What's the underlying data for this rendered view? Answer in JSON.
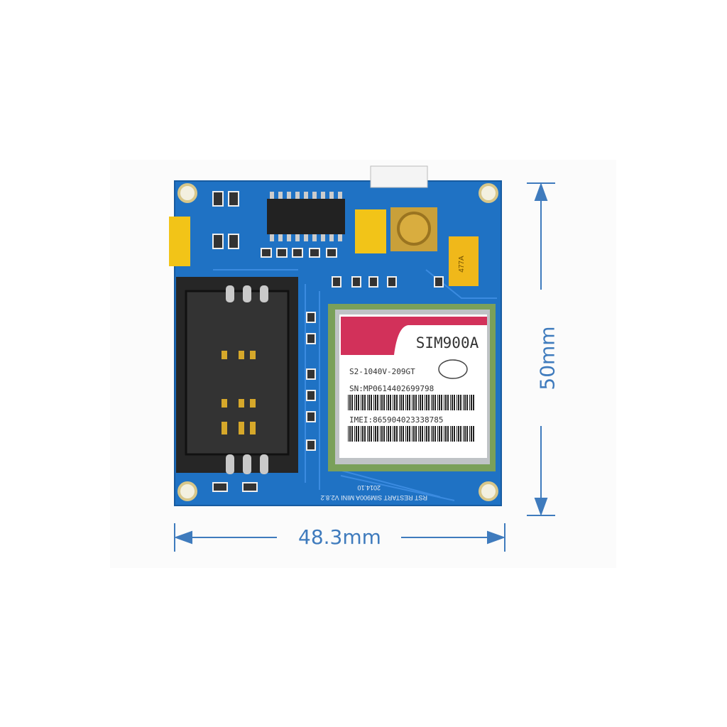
{
  "product": {
    "module_name": "SIM900A",
    "module_model": "S2-1040V-209GT",
    "serial": "SN:MP0614402699798",
    "imei": "IMEI:865904023338785",
    "board_silkscreen": "RST RESTART SIM900A MINI V2.8.2",
    "board_date": "2014.10",
    "cap_label": "477A"
  },
  "dimensions": {
    "width_label": "48.3mm",
    "height_label": "50mm"
  },
  "colors": {
    "pcb": "#1f72c4",
    "dimension_lines": "#3f7bbd",
    "module_red": "#d2315a",
    "header_yellow": "#f2c418"
  }
}
